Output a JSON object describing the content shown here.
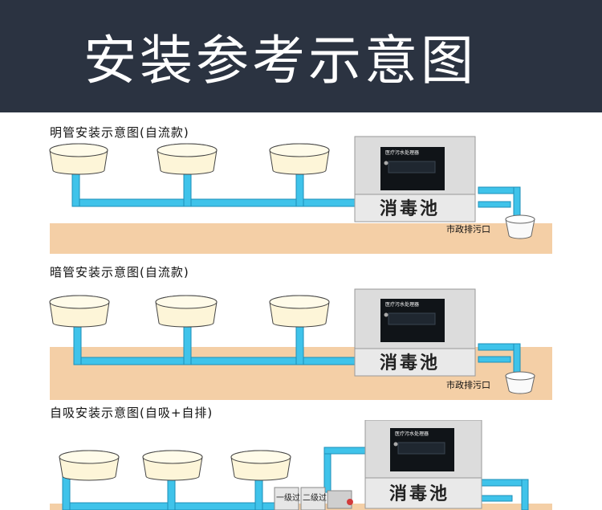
{
  "header": {
    "title": "安装参考示意图"
  },
  "sections": [
    {
      "label": "明管安装示意图(自流款)",
      "pool_label": "消毒池",
      "panel_label": "医疗污水处理器",
      "outlet_label": "市政排污口"
    },
    {
      "label": "暗管安装示意图(自流款)",
      "pool_label": "消毒池",
      "panel_label": "医疗污水处理器",
      "outlet_label": "市政排污口"
    },
    {
      "label": "自吸安装示意图(自吸+自排)",
      "pool_label": "消毒池",
      "panel_label": "医疗污水处理器",
      "filter_labels": [
        "一级过",
        "二级过"
      ]
    }
  ],
  "colors": {
    "banner": "#2b3341",
    "pipe": "#3fc3ea",
    "pipe_edge": "#1e8fb8",
    "ground": "#f4cfa6",
    "tank": "#fdf5d8",
    "panel": "#101418"
  }
}
